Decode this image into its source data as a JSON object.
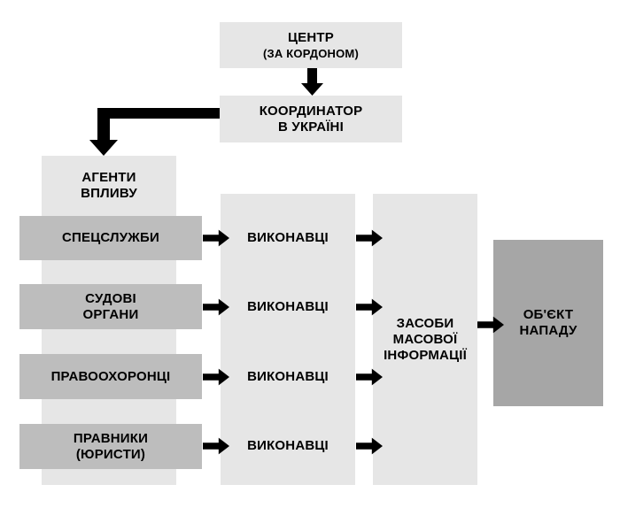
{
  "colors": {
    "light": "#e6e6e6",
    "medium": "#bdbdbd",
    "dark": "#a6a6a6",
    "arrow": "#000000"
  },
  "center": {
    "title": "ЦЕНТР",
    "subtitle": "(ЗА КОРДОНОМ)"
  },
  "coordinator": {
    "label": "КООРДИНАТОР\nВ УКРАЇНІ"
  },
  "agents": {
    "title": "АГЕНТИ\nВПЛИВУ",
    "items": [
      "СПЕЦСЛУЖБИ",
      "СУДОВІ\nОРГАНИ",
      "ПРАВООХОРОНЦІ",
      "ПРАВНИКИ\n(ЮРИСТИ)"
    ]
  },
  "executors": {
    "items": [
      "ВИКОНАВЦІ",
      "ВИКОНАВЦІ",
      "ВИКОНАВЦІ",
      "ВИКОНАВЦІ"
    ]
  },
  "media": {
    "label": "ЗАСОБИ\nМАСОВОЇ\nІНФОРМАЦІЇ"
  },
  "target": {
    "label": "ОБ'ЄКТ\nНАПАДУ"
  }
}
